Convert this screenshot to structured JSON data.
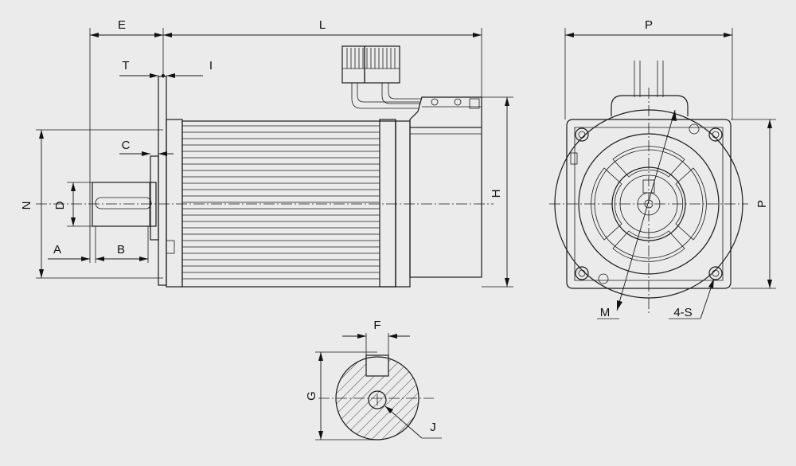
{
  "drawing": {
    "type": "servo motor outline dimension drawing",
    "views": [
      "side-view",
      "front-view",
      "shaft-section-view"
    ],
    "side_view_labels": {
      "E": "E",
      "L": "L",
      "T": "T",
      "I": "I",
      "C": "C",
      "N": "N",
      "D": "D",
      "A": "A",
      "B": "B",
      "H": "H"
    },
    "front_view_labels": {
      "P_top": "P",
      "P_side": "P",
      "M": "M",
      "S": "4-S"
    },
    "section_view_labels": {
      "F": "F",
      "G": "G",
      "J": "J"
    },
    "colors": {
      "background": "#ebebeb",
      "line": "#1a1a1a"
    }
  }
}
